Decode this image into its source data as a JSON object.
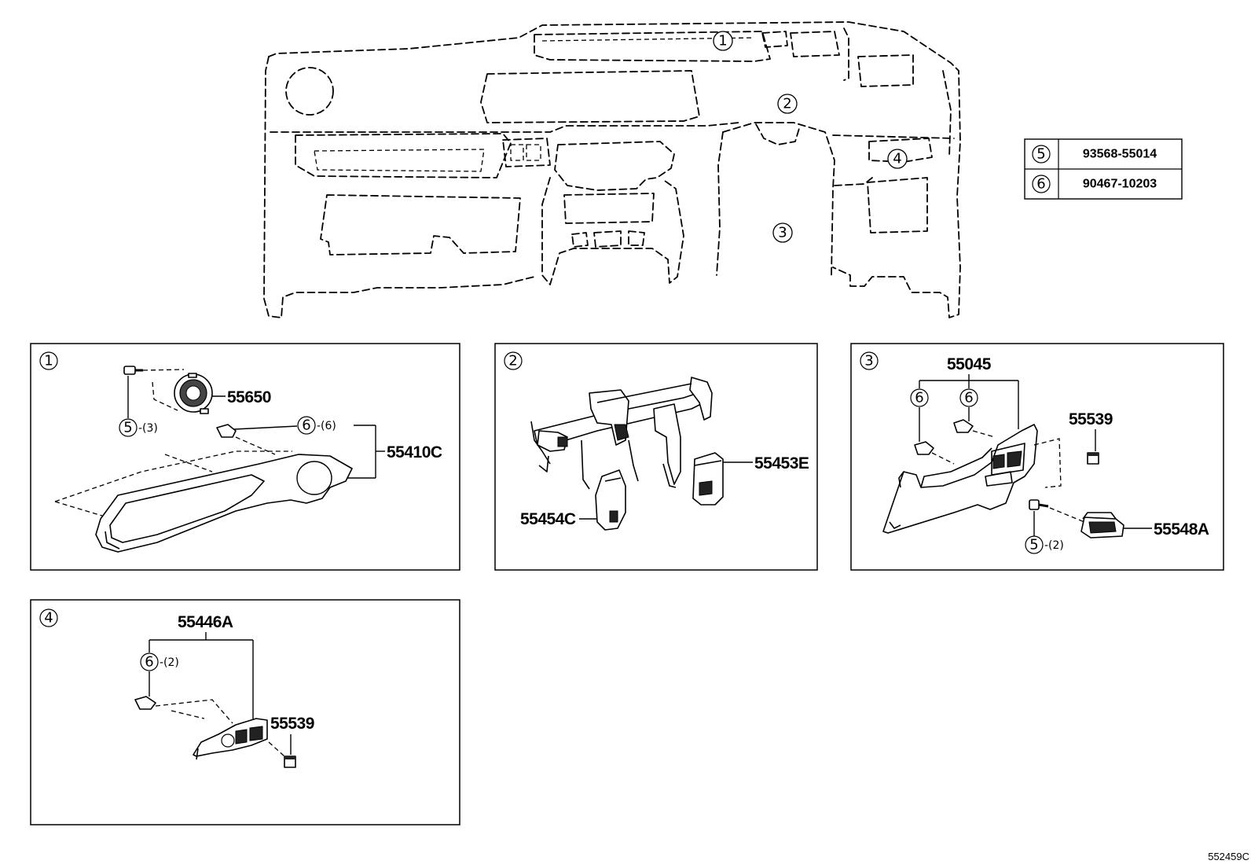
{
  "callouts": {
    "c1": "1",
    "c2": "2",
    "c3": "3",
    "c4": "4",
    "c5": "5",
    "c6": "6"
  },
  "fastener_table": [
    {
      "ref": "5",
      "part": "93568-55014"
    },
    {
      "ref": "6",
      "part": "90467-10203"
    }
  ],
  "panel1": {
    "part_vent": "55650",
    "part_panel": "55410C",
    "qty_5": "-(3)",
    "qty_6": "-(6)"
  },
  "panel2": {
    "part_right": "55453E",
    "part_left": "55454C"
  },
  "panel3": {
    "part_panel": "55045",
    "part_switch": "55539",
    "part_socket": "55548A",
    "qty_5": "-(2)"
  },
  "panel4": {
    "part_panel": "55446A",
    "part_switch": "55539",
    "qty_6": "-(2)"
  },
  "diagram_code": "552459C"
}
